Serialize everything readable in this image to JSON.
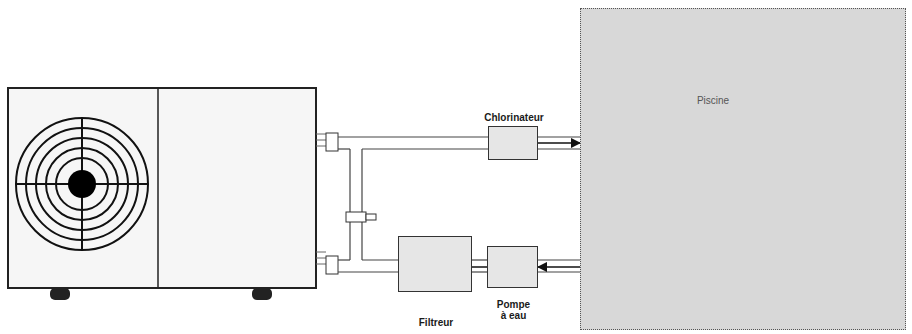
{
  "diagram": {
    "nodes": [
      {
        "text": [
          "Chlorinateur"
        ]
      },
      {
        "text": [
          "Piscine"
        ]
      },
      {
        "text": [
          "Filtreur"
        ]
      },
      {
        "text": [
          "Pompe à eau"
        ]
      }
    ],
    "edges": [
      {
        "from": 0,
        "to": 1,
        "arrow": "to"
      },
      {
        "from": 1,
        "to": 3,
        "arrow": "to"
      },
      {
        "from": 3,
        "to": 2,
        "arrow": "none"
      }
    ]
  }
}
